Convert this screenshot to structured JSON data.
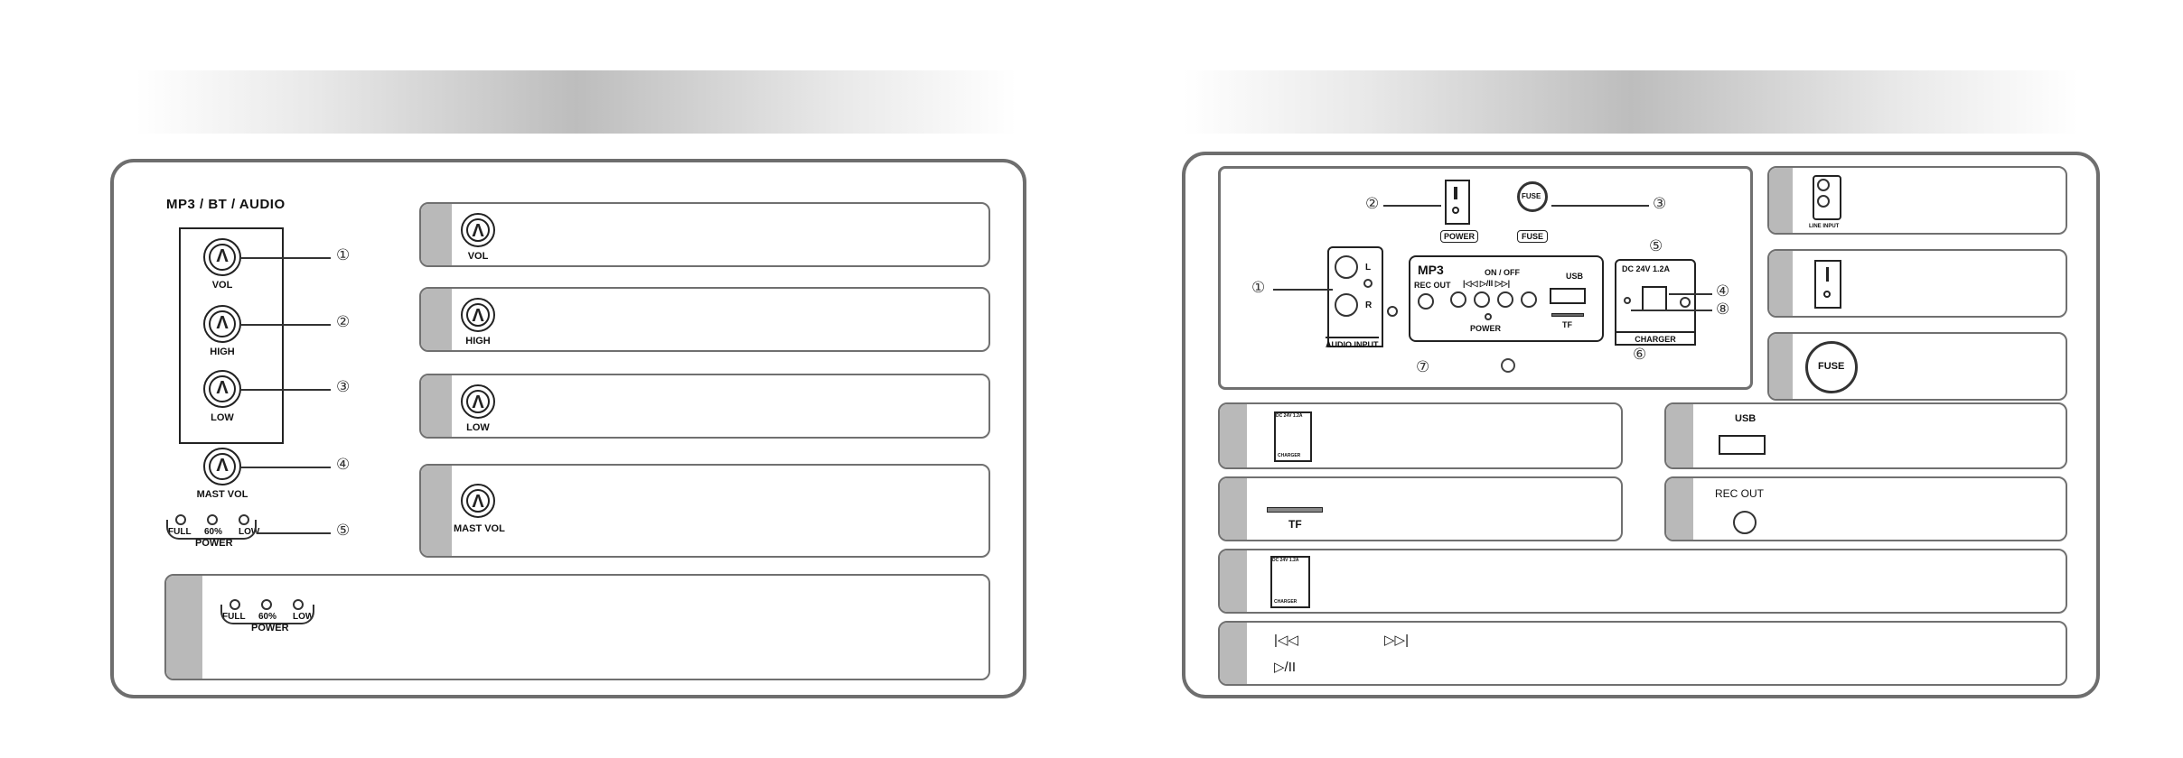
{
  "left_panel": {
    "heading": "MP3 / BT / AUDIO",
    "knobs": [
      {
        "label": "VOL",
        "callout": "①"
      },
      {
        "label": "HIGH",
        "callout": "②"
      },
      {
        "label": "LOW",
        "callout": "③"
      },
      {
        "label": "MAST VOL",
        "callout": "④"
      }
    ],
    "power_indicator": {
      "levels": [
        "FULL",
        "60%",
        "LOW"
      ],
      "label": "POWER",
      "callout": "⑤"
    },
    "detail_boxes": [
      {
        "label": "VOL"
      },
      {
        "label": "HIGH"
      },
      {
        "label": "LOW"
      },
      {
        "label": "MAST VOL"
      }
    ]
  },
  "right_panel": {
    "device": {
      "callouts": [
        "①",
        "②",
        "③",
        "④",
        "⑤",
        "⑥",
        "⑦",
        "⑧"
      ],
      "power_switch_label": "POWER",
      "fuse_label": "FUSE",
      "fuse_text": "FUSE",
      "audio_input_label": "AUDIO INPUT",
      "audio_l": "L",
      "audio_r": "R",
      "mp3_logo": "MP3",
      "rec_out": "REC OUT",
      "on_off": "ON / OFF",
      "transport": "|◁◁   ▷/II   ▷▷|",
      "power_led": "POWER",
      "usb": "USB",
      "tf": "TF",
      "dc_label": "DC 24V 1.2A",
      "charger_label": "CHARGER"
    },
    "audio_input_thumb": "LINE INPUT",
    "fuse_thumb": "FUSE",
    "usb_box_label": "USB",
    "tf_box_label": "TF",
    "rec_out_box_label": "REC OUT",
    "charger_thumb_top": "DC 24V 1.2A",
    "charger_thumb_bottom": "CHARGER",
    "transport": {
      "prev": "|◁◁",
      "next": "▷▷|",
      "play_pause": "▷/II"
    }
  }
}
